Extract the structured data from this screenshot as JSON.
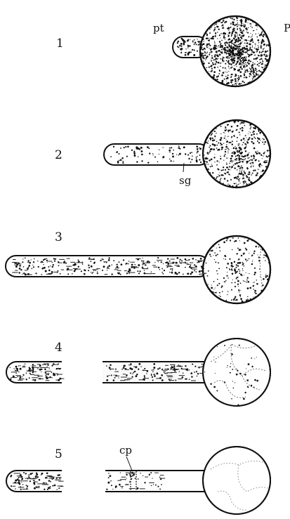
{
  "stages": [
    {
      "number": "1",
      "sphere_label": "P",
      "tube_label": "pt"
    },
    {
      "number": "2",
      "tube_label": "sg"
    },
    {
      "number": "3"
    },
    {
      "number": "4"
    },
    {
      "number": "5",
      "tube_label": "cp"
    }
  ],
  "colors": {
    "ink": "#111111",
    "background": "#ffffff"
  }
}
